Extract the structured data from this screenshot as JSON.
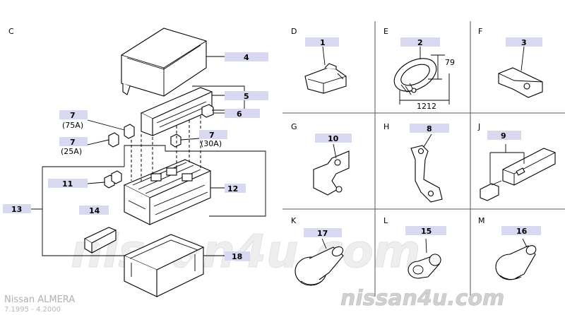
{
  "section_letters": {
    "C": "C",
    "D": "D",
    "E": "E",
    "F": "F",
    "G": "G",
    "H": "H",
    "J": "J",
    "K": "K",
    "L": "L",
    "M": "M"
  },
  "callouts": {
    "p1": "1",
    "p2": "2",
    "p3": "3",
    "p4": "4",
    "p5": "5",
    "p6": "6",
    "p7a": "7",
    "p7a_sub": "(75A)",
    "p7b": "7",
    "p7b_sub": "(25A)",
    "p7c": "7",
    "p7c_sub": "(30A)",
    "p8": "8",
    "p9": "9",
    "p10": "10",
    "p11": "11",
    "p12": "12",
    "p13": "13",
    "p14": "14",
    "p15": "15",
    "p16": "16",
    "p17": "17",
    "p18": "18"
  },
  "dimensions": {
    "height": "79",
    "width": "1212"
  },
  "watermark": {
    "model": "Nissan ALMERA",
    "years": "7.1995 - 4.2000",
    "site": "nissan4u.com",
    "site_big": "nissan4u.com"
  },
  "colors": {
    "tag": "#d8d8f0",
    "line": "#000000",
    "watermark": "#c8c8c8"
  }
}
